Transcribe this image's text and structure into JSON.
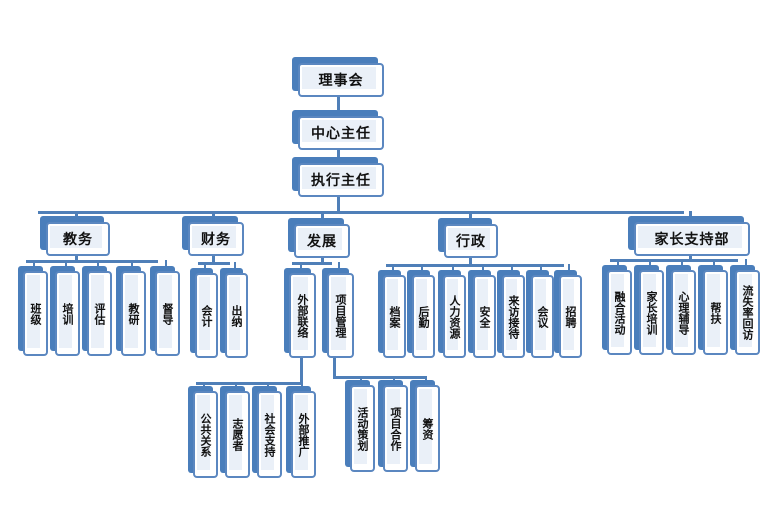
{
  "title": "组织架构图",
  "colors": {
    "accent": "#4a7ebb",
    "border": "#5b87c0",
    "fill": "#eaf0f8",
    "line": "#4f7fb8"
  },
  "top": [
    {
      "id": "board",
      "label": "理事会"
    },
    {
      "id": "center-director",
      "label": "中心主任"
    },
    {
      "id": "executive-director",
      "label": "执行主任"
    }
  ],
  "departments": [
    {
      "id": "academic",
      "label": "教务",
      "children": [
        "班级",
        "培训",
        "评估",
        "教研",
        "督导"
      ]
    },
    {
      "id": "finance",
      "label": "财务",
      "children": [
        "会计",
        "出纳"
      ]
    },
    {
      "id": "development",
      "label": "发展",
      "children": [
        "外部联络",
        "项目管理"
      ],
      "subgroups": [
        {
          "parent": "外部联络",
          "children": [
            "公共关系",
            "志愿者",
            "社会支持",
            "外部推广"
          ]
        },
        {
          "parent": "项目管理",
          "children": [
            "活动策划",
            "项目合作",
            "筹资"
          ]
        }
      ]
    },
    {
      "id": "administration",
      "label": "行政",
      "children": [
        "档案",
        "后勤",
        "人力资源",
        "安全",
        "来访接待",
        "会议",
        "招聘"
      ]
    },
    {
      "id": "parent-support",
      "label": "家长支持部",
      "children": [
        "融合活动",
        "家长培训",
        "心理辅导",
        "帮扶",
        "流失率回访"
      ]
    }
  ]
}
